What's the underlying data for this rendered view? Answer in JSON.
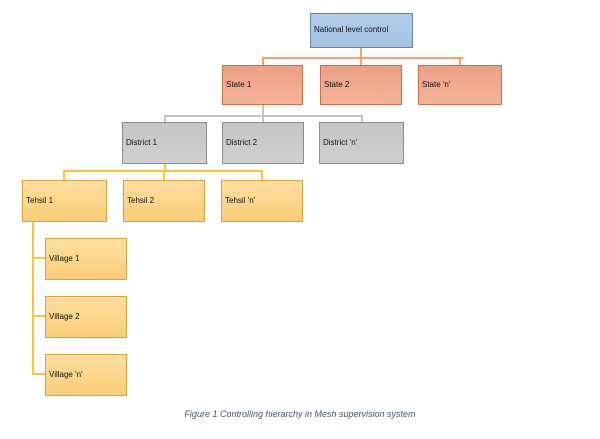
{
  "figure": {
    "caption": "Figure 1 Controlling hierarchy in Mesh supervision system"
  },
  "diagram": {
    "type": "org-hierarchy-tree",
    "levels": [
      {
        "name": "national",
        "nodes": [
          "National level control"
        ]
      },
      {
        "name": "state",
        "nodes": [
          "State 1",
          "State 2",
          "State 'n'"
        ]
      },
      {
        "name": "district",
        "nodes": [
          "District 1",
          "District 2",
          "District 'n'"
        ]
      },
      {
        "name": "tehsil",
        "nodes": [
          "Tehsil 1",
          "Tehsil 2",
          "Tehsil 'n'"
        ]
      },
      {
        "name": "village",
        "nodes": [
          "Village 1",
          "Village 2",
          "Village 'n'"
        ]
      }
    ],
    "edges": [
      "National level control -> State 1, State 2, State 'n'",
      "State 1 -> District 1, District 2, District 'n'",
      "District 1 -> Tehsil 1, Tehsil 2, Tehsil 'n'",
      "Tehsil 1 -> Village 1, Village 2, Village 'n'"
    ],
    "colors": {
      "national_fill": "#A9C6E6",
      "national_border": "#5E87B0",
      "state_fill": "#F1A98D",
      "state_border": "#C96F4C",
      "district_fill": "#CBCBCB",
      "district_border": "#8C8C8C",
      "tehsil_village_fill": "#FCD68C",
      "tehsil_village_border": "#D9A33B",
      "connector_orange": "#F1A469",
      "connector_gray": "#C3C3C3",
      "connector_gold": "#FFC42E",
      "caption_text": "#44546A"
    }
  }
}
